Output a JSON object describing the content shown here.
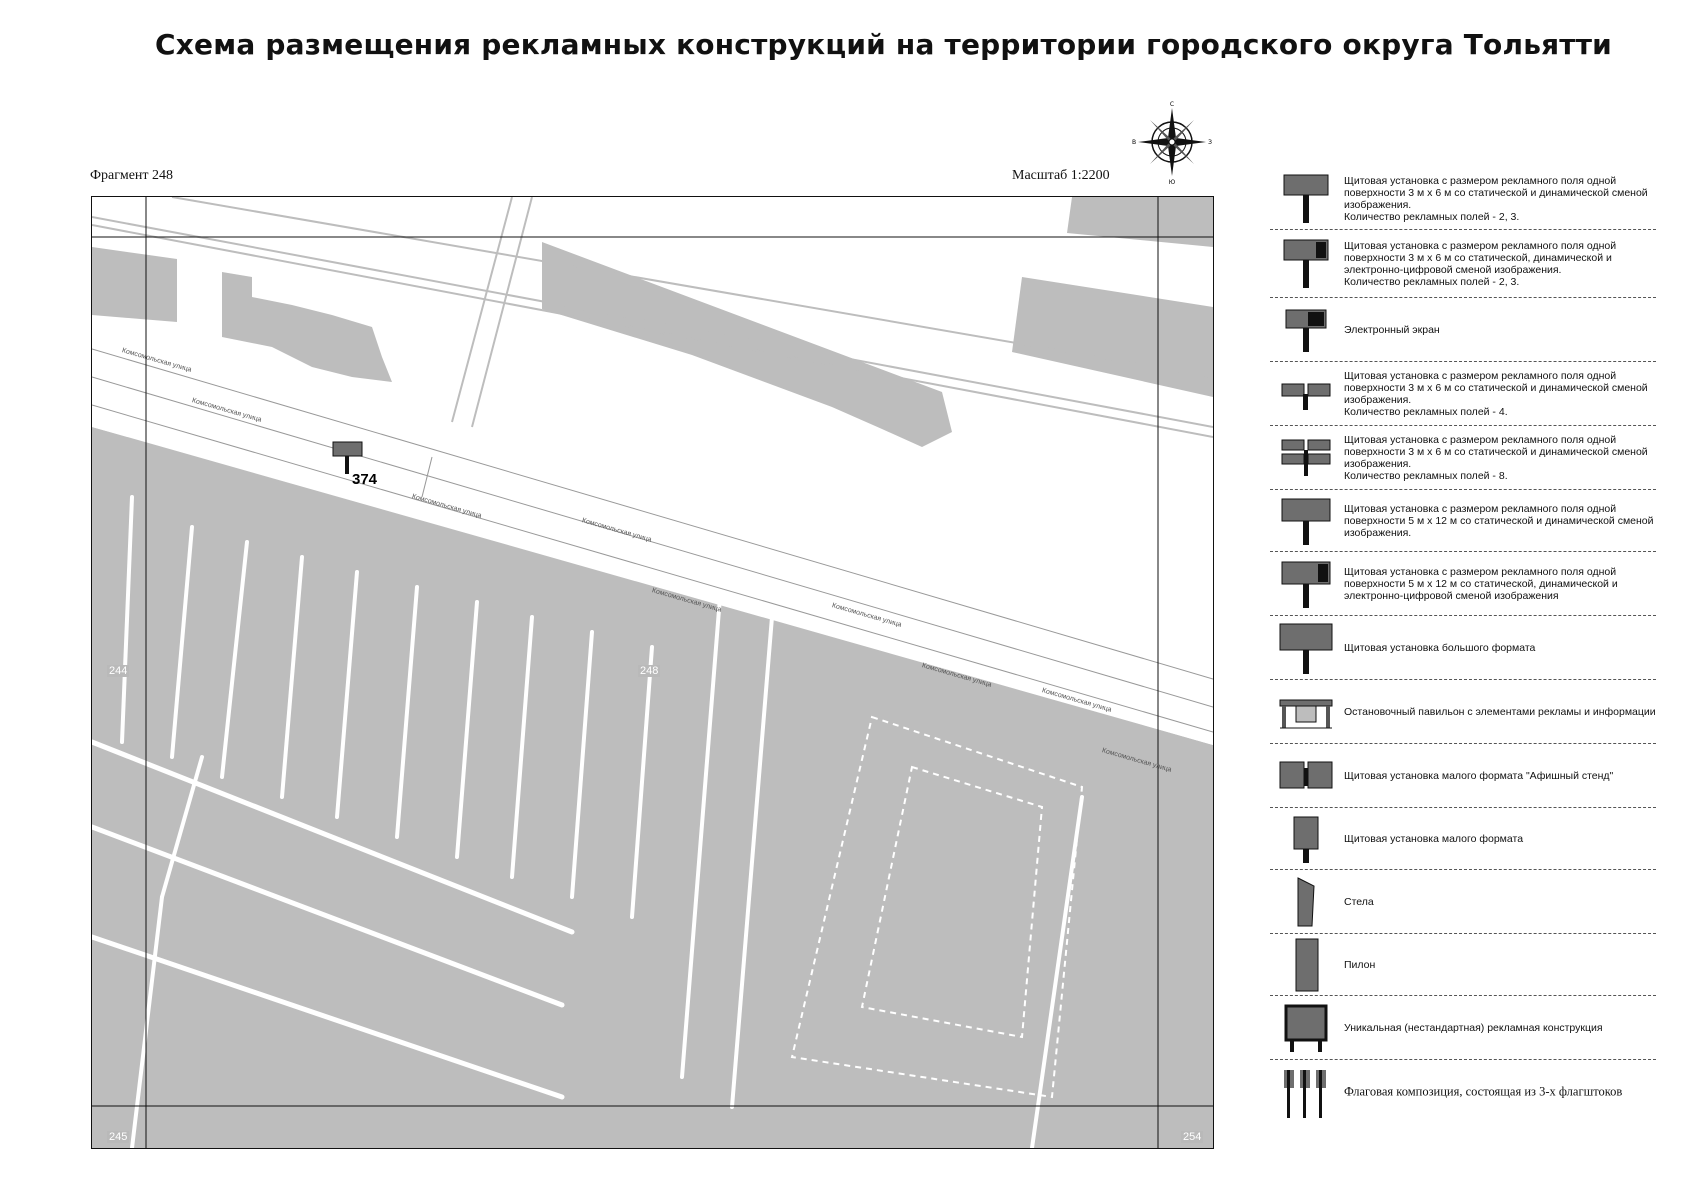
{
  "title": "Схема размещения рекламных конструкций на территории городского округа Тольятти",
  "fragment_label": "Фрагмент 248",
  "scale_label": "Масштаб 1:2200",
  "compass": {
    "north": "С",
    "south": "Ю",
    "west": "В",
    "east": "З"
  },
  "map": {
    "cell_labels": {
      "left": "244",
      "center": "248",
      "bottom_left": "245",
      "bottom_right": "254"
    },
    "marker": {
      "number": "374"
    },
    "street_name": "Комсомольская улица",
    "colors": {
      "fill": "#bdbdbd",
      "road": "#ffffff",
      "marker": "#6e6e6e"
    }
  },
  "legend": [
    {
      "icon": "billboard-3x6-icon",
      "text": "Щитовая установка с размером рекламного поля одной поверхности 3 м х 6 м со статической и динамической сменой изображения.\nКоличество рекламных полей - 2, 3."
    },
    {
      "icon": "billboard-3x6-digital-icon",
      "text": "Щитовая установка с размером рекламного поля одной поверхности 3 м х 6 м со статической, динамической и электронно-цифровой сменой изображения.\nКоличество рекламных полей - 2, 3."
    },
    {
      "icon": "electronic-screen-icon",
      "text": "Электронный экран"
    },
    {
      "icon": "billboard-4-fields-icon",
      "text": "Щитовая установка с размером рекламного поля одной поверхности 3 м х 6 м со статической и динамической сменой изображения.\nКоличество рекламных полей - 4."
    },
    {
      "icon": "billboard-8-fields-icon",
      "text": "Щитовая установка с размером рекламного поля одной поверхности 3 м х 6 м со статической и динамической сменой изображения.\nКоличество рекламных полей - 8."
    },
    {
      "icon": "billboard-5x12-icon",
      "text": "Щитовая установка с размером рекламного поля одной поверхности 5 м х 12 м со статической и динамической сменой изображения."
    },
    {
      "icon": "billboard-5x12-digital-icon",
      "text": "Щитовая установка с размером рекламного поля одной поверхности 5 м х 12 м со статической, динамической и электронно-цифровой сменой изображения"
    },
    {
      "icon": "large-format-billboard-icon",
      "text": "Щитовая установка большого формата"
    },
    {
      "icon": "bus-stop-pavilion-icon",
      "text": "Остановочный павильон с элементами рекламы и информации"
    },
    {
      "icon": "poster-stand-icon",
      "text": "Щитовая установка малого формата \"Афишный стенд\""
    },
    {
      "icon": "small-format-billboard-icon",
      "text": "Щитовая установка малого формата"
    },
    {
      "icon": "stele-icon",
      "text": "Стела"
    },
    {
      "icon": "pylon-icon",
      "text": "Пилон"
    },
    {
      "icon": "unique-structure-icon",
      "text": "Уникальная (нестандартная) рекламная конструкция"
    },
    {
      "icon": "flag-composition-icon",
      "text": "Флаговая композиция, состоящая из 3-х флагштоков",
      "serif": true
    }
  ]
}
